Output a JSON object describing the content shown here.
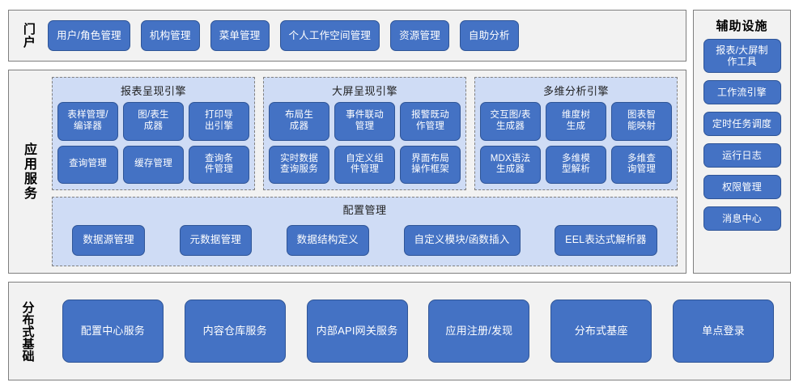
{
  "colors": {
    "node_fill": "#4472c4",
    "node_border": "#2f5597",
    "panel_fill": "#cfdcf5",
    "layer_fill": "#f2f2f2",
    "layer_border": "#7f7f7f",
    "page_bg": "#ffffff"
  },
  "portal": {
    "label": "门户",
    "items": [
      {
        "label": "用户/角色管理"
      },
      {
        "label": "机构管理"
      },
      {
        "label": "菜单管理"
      },
      {
        "label": "个人工作空间管理"
      },
      {
        "label": "资源管理"
      },
      {
        "label": "自助分析"
      }
    ]
  },
  "auxiliary": {
    "title": "辅助设施",
    "items": [
      {
        "label": "报表/大屏制\n作工具"
      },
      {
        "label": "工作流引擎"
      },
      {
        "label": "定时任务调度"
      },
      {
        "label": "运行日志"
      },
      {
        "label": "权限管理"
      },
      {
        "label": "消息中心"
      }
    ]
  },
  "app_services": {
    "label": "应用服务",
    "engines": [
      {
        "title": "报表呈现引擎",
        "items": [
          {
            "label": "表样管理/\n编译器"
          },
          {
            "label": "图/表生\n成器"
          },
          {
            "label": "打印导\n出引擎"
          },
          {
            "label": "查询管理"
          },
          {
            "label": "缓存管理"
          },
          {
            "label": "查询条\n件管理"
          }
        ]
      },
      {
        "title": "大屏呈现引擎",
        "items": [
          {
            "label": "布局生\n成器"
          },
          {
            "label": "事件联动\n管理"
          },
          {
            "label": "报警既动\n作管理"
          },
          {
            "label": "实时数据\n查询服务"
          },
          {
            "label": "自定义组\n件管理"
          },
          {
            "label": "界面布局\n操作框架"
          }
        ]
      },
      {
        "title": "多维分析引擎",
        "items": [
          {
            "label": "交互图/表\n生成器"
          },
          {
            "label": "维度树\n生成"
          },
          {
            "label": "图表智\n能映射"
          },
          {
            "label": "MDX语法\n生成器"
          },
          {
            "label": "多维模\n型解析"
          },
          {
            "label": "多维查\n询管理"
          }
        ]
      }
    ],
    "config": {
      "title": "配置管理",
      "items": [
        {
          "label": "数据源管理"
        },
        {
          "label": "元数据管理"
        },
        {
          "label": "数据结构定义"
        },
        {
          "label": "自定义模块/函数插入"
        },
        {
          "label": "EEL表达式解析器"
        }
      ]
    }
  },
  "distributed": {
    "label": "分布式基础",
    "items": [
      {
        "label": "配置中心服务"
      },
      {
        "label": "内容仓库服务"
      },
      {
        "label": "内部API网关服务"
      },
      {
        "label": "应用注册/发现"
      },
      {
        "label": "分布式基座"
      },
      {
        "label": "单点登录"
      }
    ]
  }
}
